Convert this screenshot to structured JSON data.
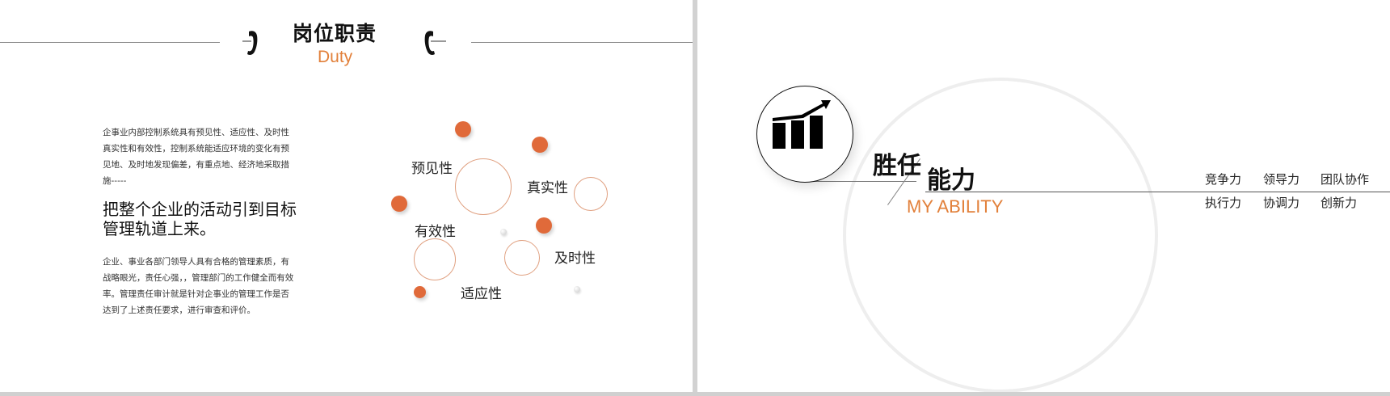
{
  "left_slide": {
    "title": "岗位职责",
    "subtitle": "Duty",
    "paragraph1": "企事业内部控制系统具有预见性、适应性、及时性真实性和有效性，控制系统能适应环境的变化有预见地、及时地发现偏差，有重点地、经济地采取措施-----",
    "highlight": "把整个企业的活动引到目标管理轨道上来。",
    "paragraph2": "企业、事业各部门领导人具有合格的管理素质，有战略眼光，责任心强，，管理部门的工作健全而有效率。管理责任审计就是针对企事业的管理工作是否达到了上述责任要求，进行审查和评价。",
    "attributes": [
      "预见性",
      "真实性",
      "有效性",
      "及时性",
      "适应性"
    ],
    "icons": {
      "left": "telephone-icon",
      "right": "telephone-icon"
    }
  },
  "right_slide": {
    "heading_part1": "胜任",
    "heading_part2": "能力",
    "subheading": "MY ABILITY",
    "icon": "growth-chart-icon",
    "skills_row1": [
      "竞争力",
      "领导力",
      "团队协作"
    ],
    "skills_row2": [
      "执行力",
      "协调力",
      "创新力"
    ]
  },
  "colors": {
    "accent_orange": "#e2803a",
    "dot_orange": "#e06a3a",
    "ring": "#e0a080",
    "divider": "#d2d2d2"
  }
}
